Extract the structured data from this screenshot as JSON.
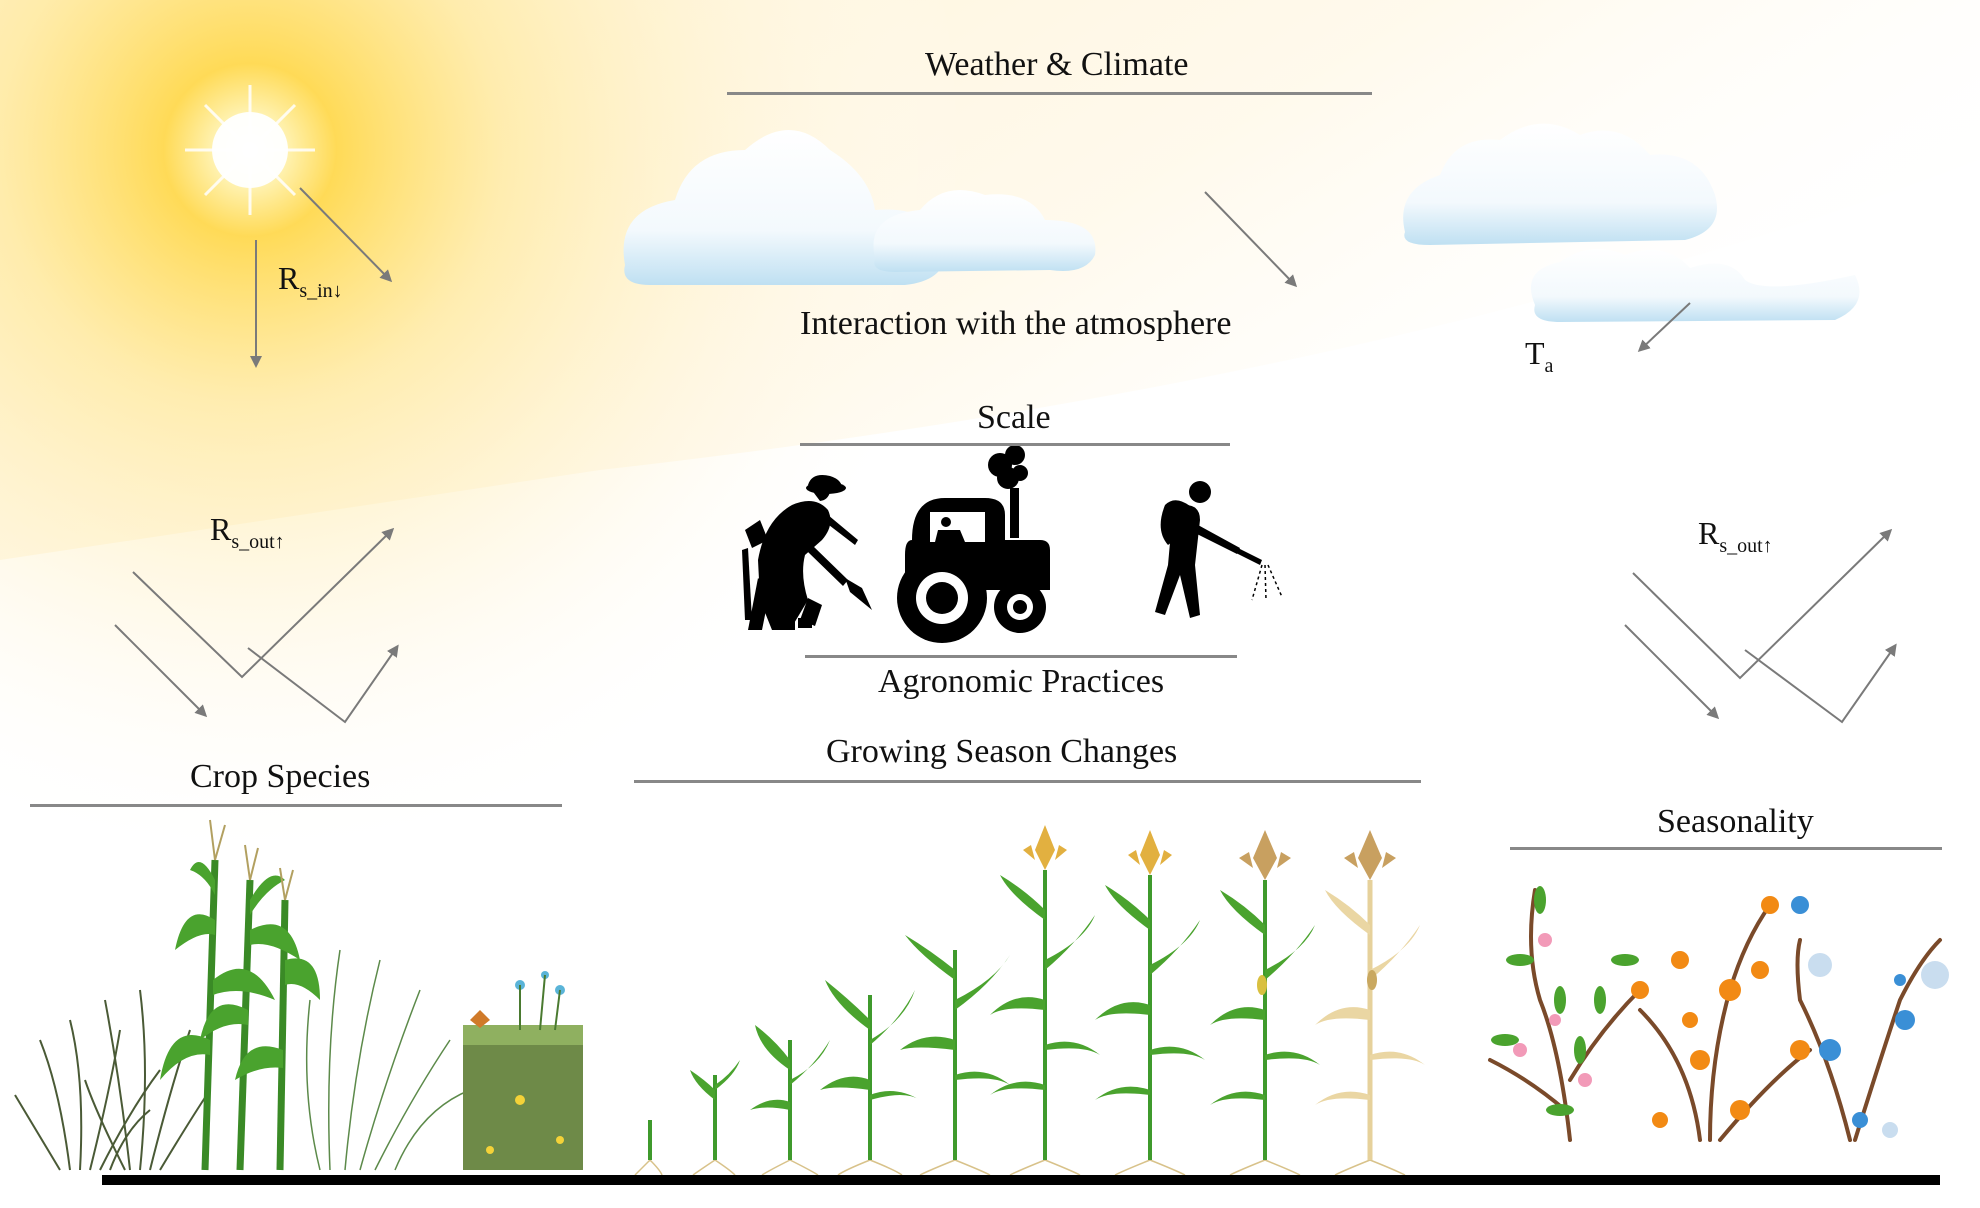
{
  "titles": {
    "weather_climate": "Weather & Climate",
    "atmosphere": "Interaction with the atmosphere",
    "scale": "Scale",
    "agronomic": "Agronomic Practices",
    "growing_season": "Growing Season Changes",
    "crop_species": "Crop Species",
    "seasonality": "Seasonality"
  },
  "symbols": {
    "rs_in_base": "R",
    "rs_in_sub": "s_in↓",
    "rs_out_left_base": "R",
    "rs_out_left_sub": "s_out↑",
    "rs_out_right_base": "R",
    "rs_out_right_sub": "s_out↑",
    "ta_base": "T",
    "ta_sub": "a"
  },
  "colors": {
    "sun": "#ffd23c",
    "arrow": "#7a7a7a",
    "plant_green": "#3f9a2c",
    "dry_plant": "#e6d19b",
    "tassel": "#d9a640",
    "flower_pink": "#f29ab8",
    "autumn_orange": "#f28a14",
    "snow_blue": "#3a8fd6"
  },
  "icons": [
    "sun-icon",
    "cloud-icon",
    "farmer-hoe-icon",
    "tractor-icon",
    "sprayer-person-icon",
    "crop-grass-icon",
    "maize-icon",
    "flower-icon",
    "snowflake-icon"
  ]
}
